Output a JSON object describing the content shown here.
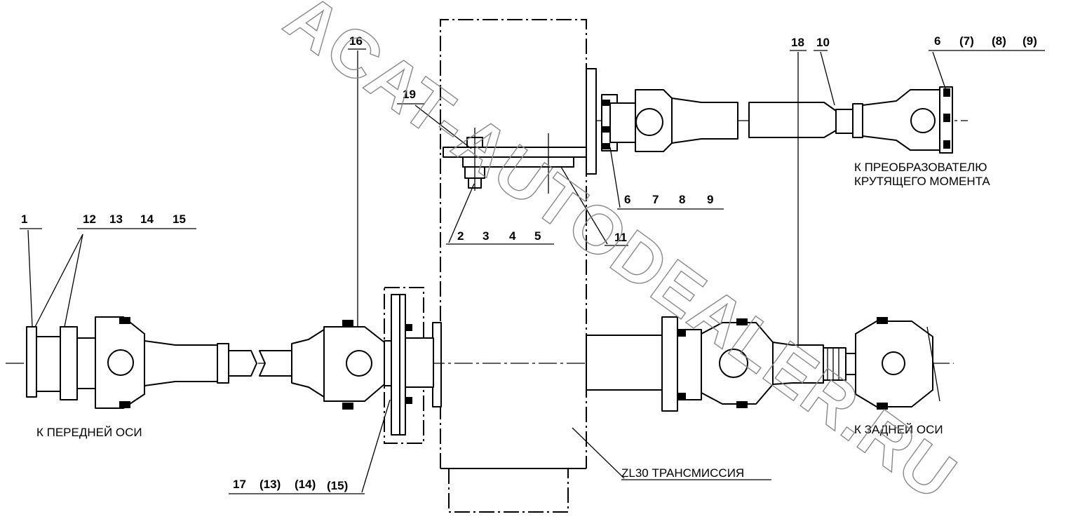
{
  "watermark": "ACAT-AUTODEALER.RU",
  "captions": {
    "front_axle": "К ПЕРЕДНЕЙ ОСИ",
    "rear_axle": "К ЗАДНЕЙ ОСИ",
    "converter_line1": "К ПРЕОБРАЗОВАТЕЛЮ",
    "converter_line2": "КРУТЯЩЕГО МОМЕНТА",
    "transmission": "ZL30 ТРАНСМИССИЯ"
  },
  "callouts": {
    "c1": "1",
    "c12": "12",
    "c13": "13",
    "c14": "14",
    "c15": "15",
    "c16": "16",
    "c19": "19",
    "c2": "2",
    "c3": "3",
    "c4": "4",
    "c5": "5",
    "c11": "11",
    "c6a": "6",
    "c7a": "7",
    "c8a": "8",
    "c9a": "9",
    "c18": "18",
    "c10": "10",
    "c6b": "6",
    "c7b": "(7)",
    "c8b": "(8)",
    "c9b": "(9)",
    "c17": "17",
    "c13b": "(13)",
    "c14b": "(14)",
    "c15b": "(15)"
  }
}
